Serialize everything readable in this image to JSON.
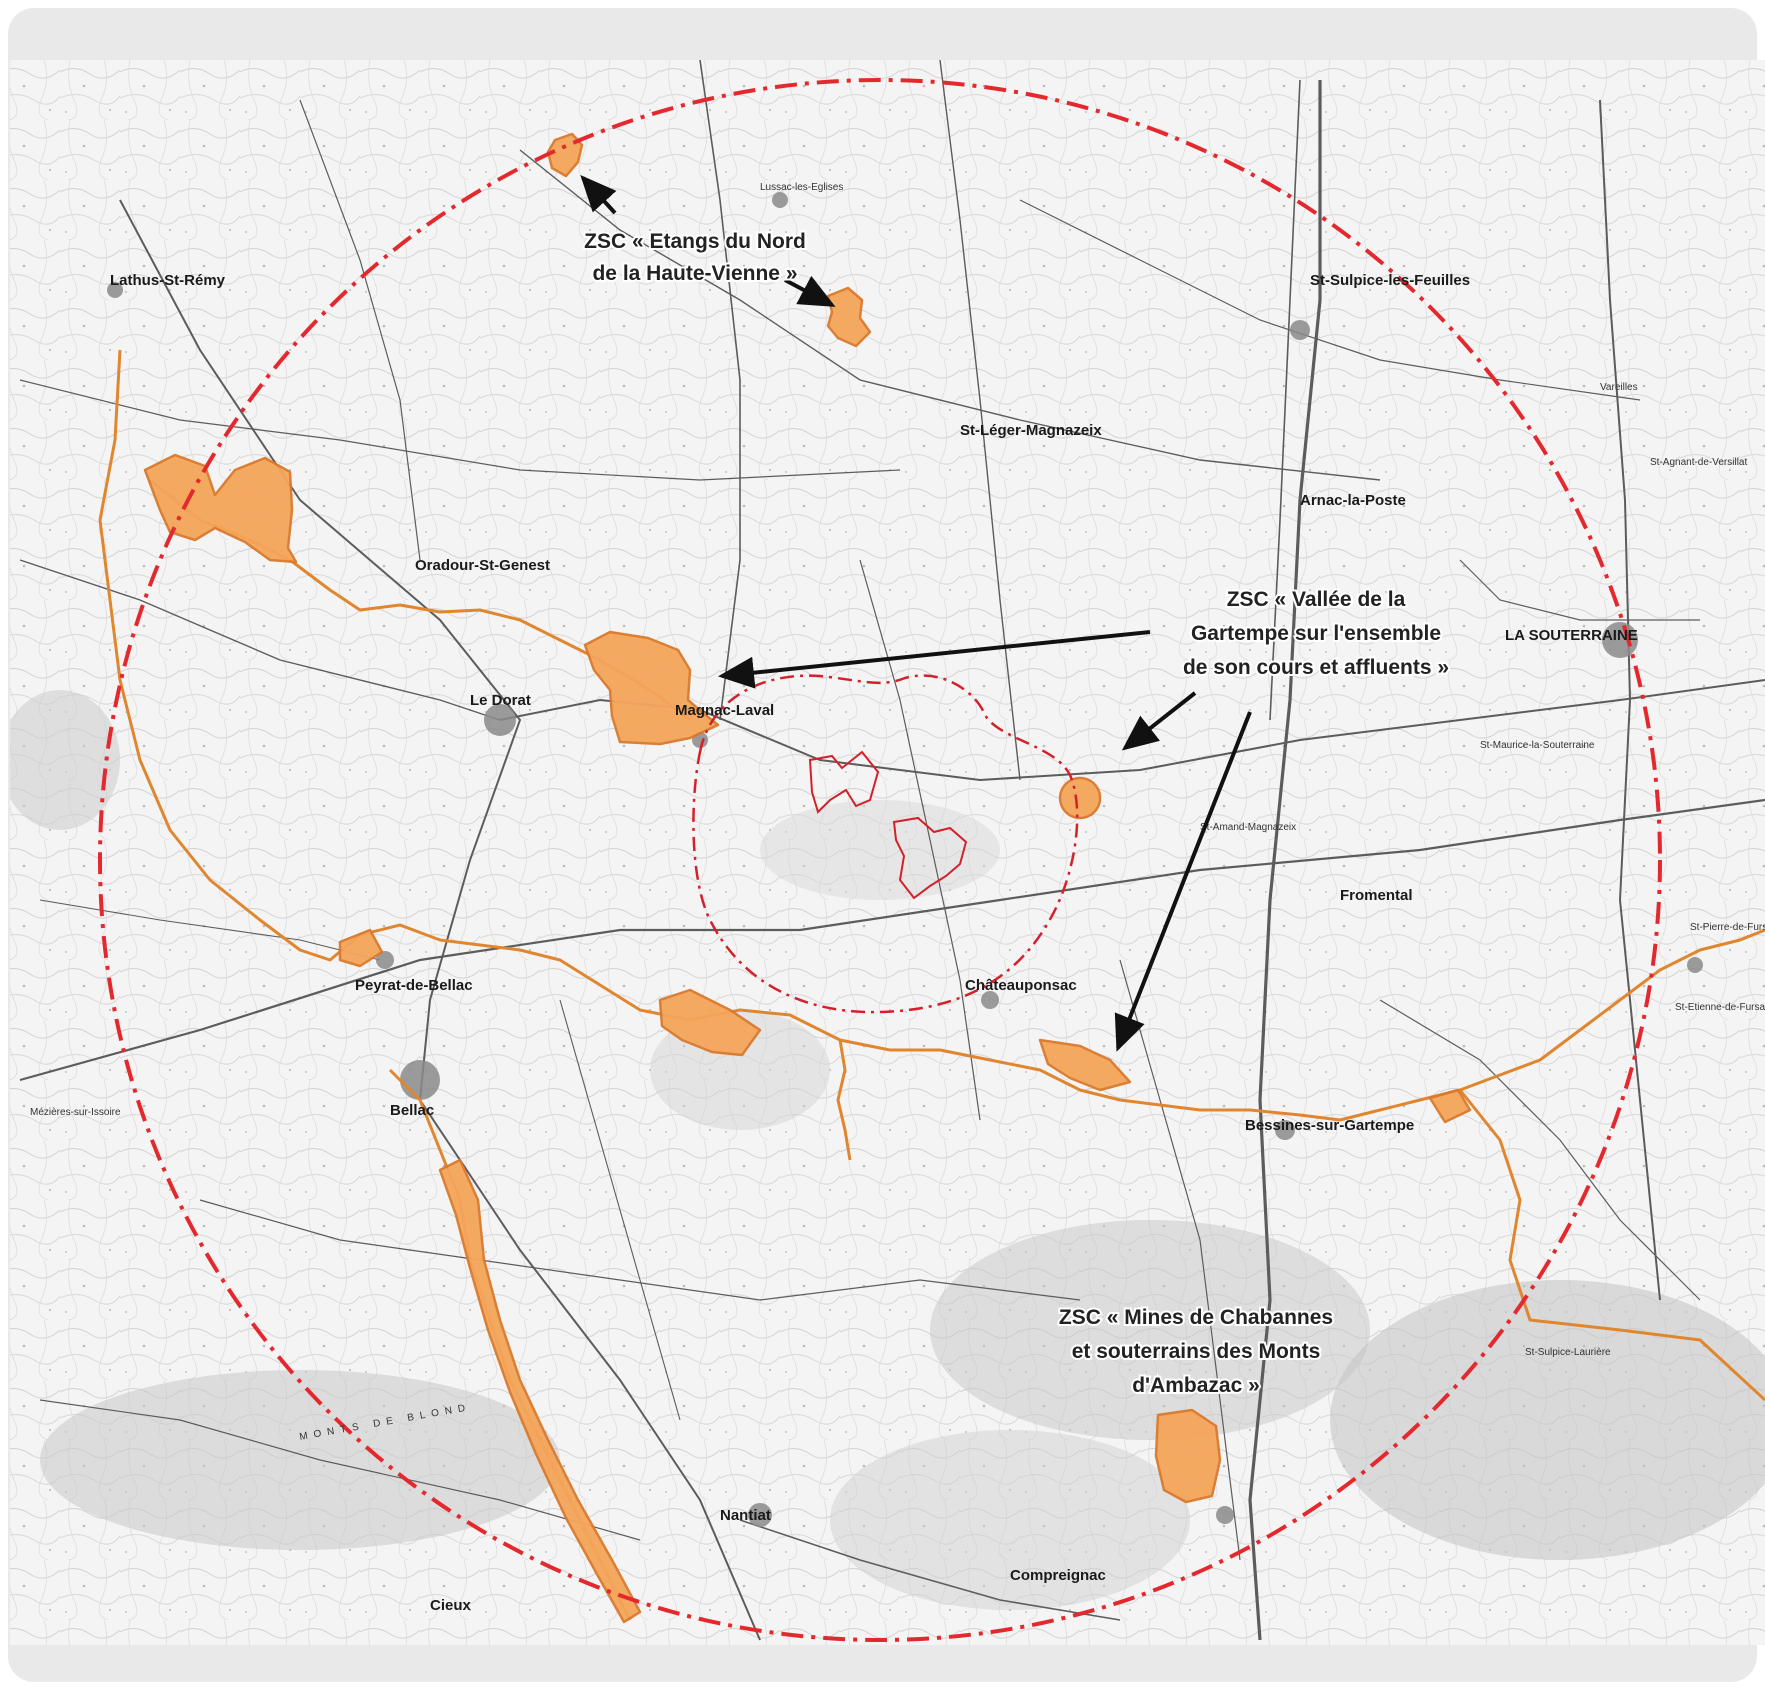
{
  "annotations": {
    "zsc_etangs_line1": "ZSC « Etangs du Nord",
    "zsc_etangs_line2": "de la Haute-Vienne »",
    "zsc_gartempe_line1": "ZSC « Vallée de la",
    "zsc_gartempe_line2": "Gartempe sur l'ensemble",
    "zsc_gartempe_line3": "de son cours et affluents »",
    "zsc_mines_line1": "ZSC « Mines de Chabannes",
    "zsc_mines_line2": "et souterrains des Monts",
    "zsc_mines_line3": "d'Ambazac »"
  },
  "places": {
    "lathus": "Lathus-St-Rémy",
    "le_dorat": "Le Dorat",
    "magnac_laval": "Magnac-Laval",
    "bellac": "Bellac",
    "chateauponsac": "Châteauponsac",
    "la_souterraine": "LA SOUTERRAINE",
    "arnac": "Arnac-la-Poste",
    "st_sulpice": "St-Sulpice-les-Feuilles",
    "bessines": "Bessines-sur-Gartempe",
    "nantiat": "Nantiat",
    "compreignac": "Compreignac",
    "fromental": "Fromental",
    "oradour": "Oradour-St-Genest",
    "peyrat": "Peyrat-de-Bellac",
    "st_leger": "St-Léger-Magnazeix",
    "lussac": "Lussac-les-Eglises",
    "mezieres": "Mézières-sur-Issoire",
    "blond": "MONTS DE BLOND",
    "st_amand": "St-Amand-Magnazeix",
    "st_maurice": "St-Maurice-la-Souterraine",
    "st_pierre": "St-Pierre-de-Fursac",
    "st_etienne": "St-Etienne-de-Fursac",
    "cieux": "Cieux",
    "st_sulpice_lauriere": "St-Sulpice-Laurière",
    "vareilles": "Vareilles",
    "st_agnant": "St-Agnant-de-Versillat"
  },
  "colors": {
    "natura_fill": "#f5a55a",
    "natura_stroke": "#d9792b",
    "buffer_circle": "#e4292e",
    "project_area": "#d4202a",
    "river": "#e0862f",
    "roads": "#5a5a5a",
    "background": "#e9e9e9"
  }
}
